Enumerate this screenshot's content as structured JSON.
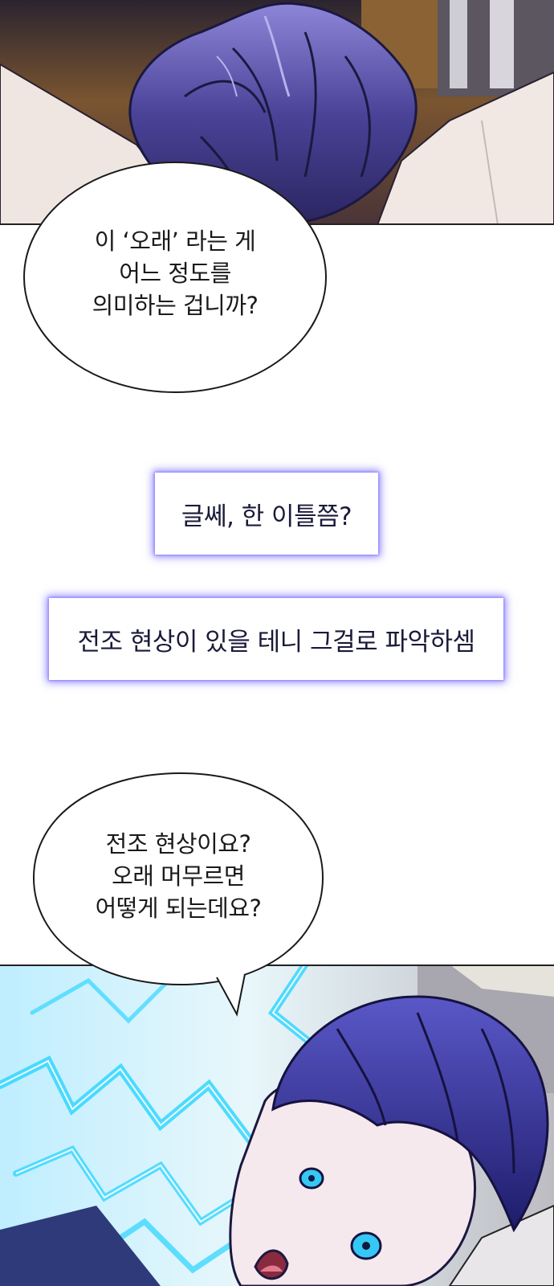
{
  "panels": {
    "top_image": "boy-head-dark-purple-hair",
    "bottom_image": "boy-startled-blue-lightning"
  },
  "bubble1": {
    "lines": [
      "이 ‘오래’ 라는 게",
      "어느 정도를",
      "의미하는 겁니까?"
    ]
  },
  "system1": {
    "text": "글쎄, 한 이틀쯤?"
  },
  "system2": {
    "text": "전조 현상이 있을 테니 그걸로 파악하셈"
  },
  "bubble2": {
    "lines": [
      "전조 현상이요?",
      "오래 머무르면",
      "어떻게 되는데요?"
    ]
  },
  "colors": {
    "hair": "#3d3a8a",
    "glow": "#7a6eff",
    "lightning": "#33d6ff",
    "skin": "#f3e6ea",
    "wall_tan": "#8a6234"
  }
}
